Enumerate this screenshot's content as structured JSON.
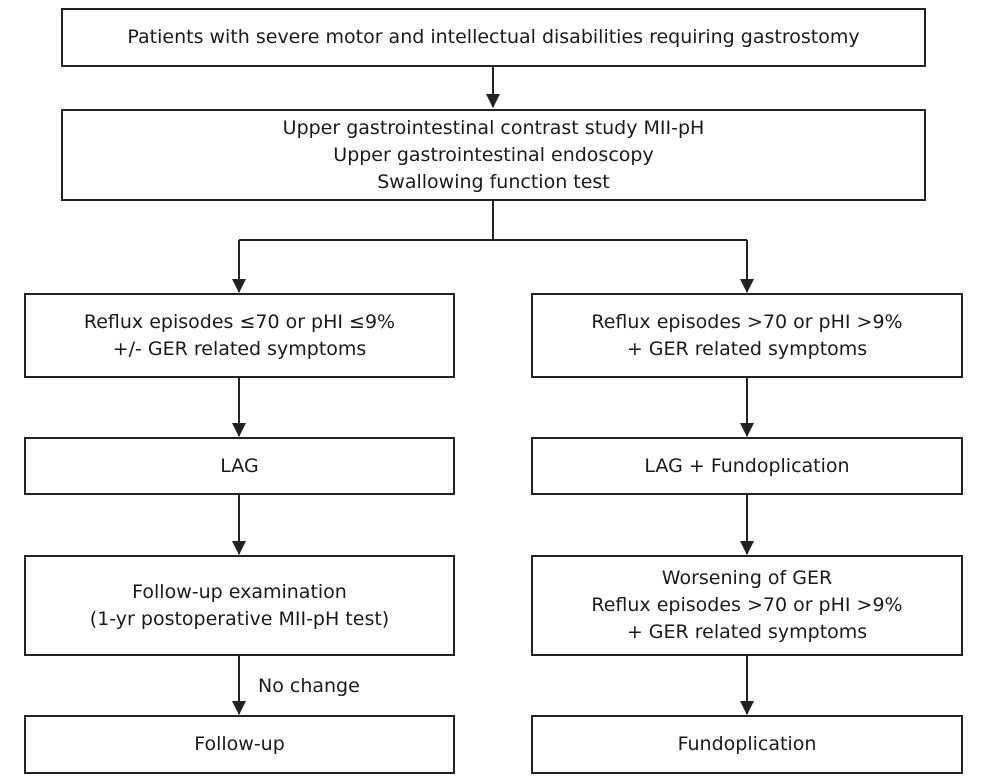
{
  "nodes": {
    "patients": {
      "lines": [
        "Patients with severe motor and intellectual disabilities requiring gastrostomy"
      ]
    },
    "tests": {
      "lines": [
        "Upper gastrointestinal contrast study MII-pH",
        "Upper gastrointestinal endoscopy",
        "Swallowing function test"
      ]
    },
    "low_reflux": {
      "lines": [
        "Reflux episodes ≤70 or pHI ≤9%",
        "+/- GER related symptoms"
      ]
    },
    "high_reflux": {
      "lines": [
        "Reflux episodes >70 or pHI >9%",
        "+ GER related symptoms"
      ]
    },
    "lag": {
      "lines": [
        "LAG"
      ]
    },
    "lag_fundoplication": {
      "lines": [
        "LAG + Fundoplication"
      ]
    },
    "follow_up_exam": {
      "lines": [
        "Follow-up examination",
        "(1-yr postoperative MII-pH test)"
      ]
    },
    "worsening": {
      "lines": [
        "Worsening of GER",
        "Reflux episodes >70 or pHI >9%",
        "+ GER related symptoms"
      ]
    },
    "follow_up": {
      "lines": [
        "Follow-up"
      ]
    },
    "fundoplication": {
      "lines": [
        "Fundoplication"
      ]
    }
  },
  "edges": [
    {
      "from": "patients",
      "to": "tests",
      "label": ""
    },
    {
      "from": "tests",
      "to": "low_reflux",
      "label": ""
    },
    {
      "from": "tests",
      "to": "high_reflux",
      "label": ""
    },
    {
      "from": "low_reflux",
      "to": "lag",
      "label": ""
    },
    {
      "from": "high_reflux",
      "to": "lag_fundoplication",
      "label": ""
    },
    {
      "from": "lag",
      "to": "follow_up_exam",
      "label": ""
    },
    {
      "from": "lag_fundoplication",
      "to": "worsening",
      "label": ""
    },
    {
      "from": "follow_up_exam",
      "to": "follow_up",
      "label": "No change"
    },
    {
      "from": "worsening",
      "to": "fundoplication",
      "label": ""
    }
  ],
  "colors": {
    "line": "#222222",
    "text": "#1a1a1a",
    "background": "#ffffff"
  }
}
